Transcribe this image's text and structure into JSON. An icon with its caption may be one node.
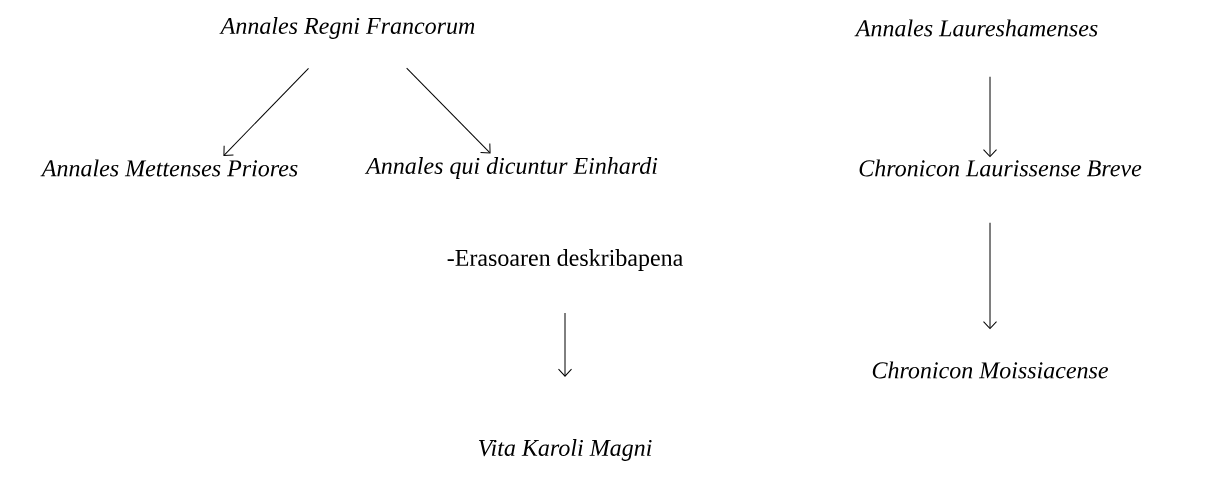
{
  "diagram": {
    "nodes": [
      {
        "text": [
          "Annales Regni Francorum"
        ]
      },
      {
        "text": [
          "Annales Laureshamenses"
        ]
      },
      {
        "text": [
          "Annales Mettenses Priores"
        ]
      },
      {
        "text": [
          "Annales qui dicuntur Einhardi"
        ]
      },
      {
        "text": [
          "Chronicon Laurissense Breve"
        ]
      },
      {
        "text": [
          "-Erasoaren deskribapena"
        ]
      },
      {
        "text": [
          "Vita Karoli Magni"
        ]
      },
      {
        "text": [
          "Chronicon Moissiacense"
        ]
      }
    ],
    "edges": [
      {
        "from": 0,
        "to": 2,
        "arrow": "to"
      },
      {
        "from": 0,
        "to": 3,
        "arrow": "to"
      },
      {
        "from": 1,
        "to": 4,
        "arrow": "to"
      },
      {
        "from": 4,
        "to": 7,
        "arrow": "to"
      },
      {
        "from": 5,
        "to": 6,
        "arrow": "to"
      }
    ]
  }
}
